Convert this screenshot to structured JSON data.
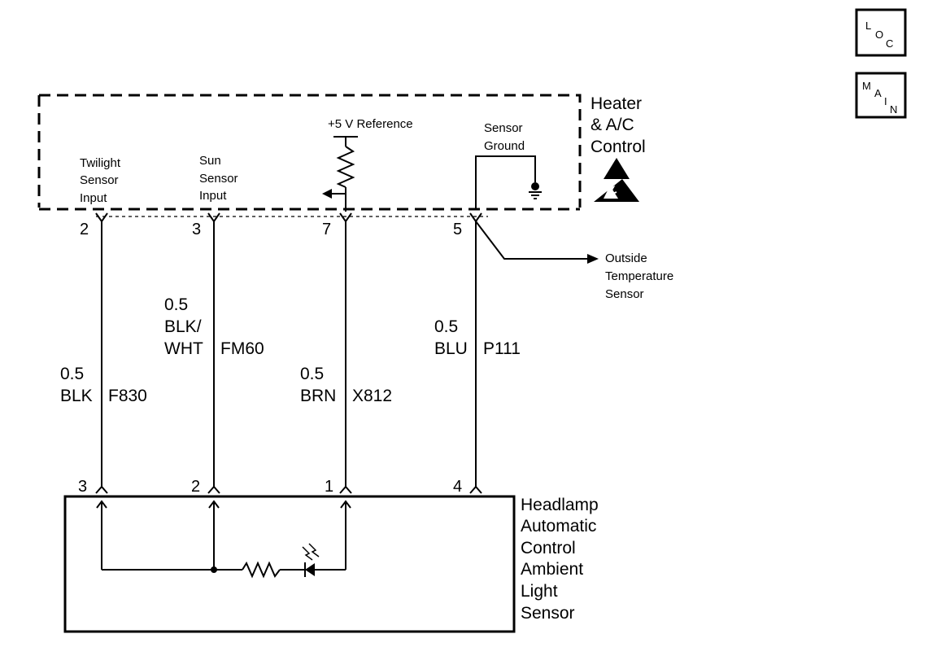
{
  "nav": {
    "loc": {
      "l1": "L",
      "l2": "O",
      "l3": "C"
    },
    "main": {
      "l1": "M",
      "l2": "A",
      "l3": "I",
      "l4": "N"
    }
  },
  "module": {
    "name_lines": [
      "Heater",
      "& A/C",
      "Control"
    ],
    "reference_label": "+5 V Reference",
    "sensor_ground": [
      "Sensor",
      "Ground"
    ],
    "twilight_input": [
      "Twilight",
      "Sensor",
      "Input"
    ],
    "sun_input": [
      "Sun",
      "Sensor",
      "Input"
    ]
  },
  "outside_sensor": [
    "Outside",
    "Temperature",
    "Sensor"
  ],
  "wires": [
    {
      "top_pin": "2",
      "bottom_pin": "3",
      "gauge": "0.5",
      "color_lines": [
        "BLK"
      ],
      "circuit": "F830"
    },
    {
      "top_pin": "3",
      "bottom_pin": "2",
      "gauge": "0.5",
      "color_lines": [
        "BLK/",
        "WHT"
      ],
      "circuit": "FM60"
    },
    {
      "top_pin": "7",
      "bottom_pin": "1",
      "gauge": "0.5",
      "color_lines": [
        "BRN"
      ],
      "circuit": "X812"
    },
    {
      "top_pin": "5",
      "bottom_pin": "4",
      "gauge": "0.5",
      "color_lines": [
        "BLU"
      ],
      "circuit": "P111"
    }
  ],
  "sensor": {
    "name_lines": [
      "Headlamp",
      "Automatic",
      "Control",
      "Ambient",
      "Light",
      "Sensor"
    ]
  }
}
